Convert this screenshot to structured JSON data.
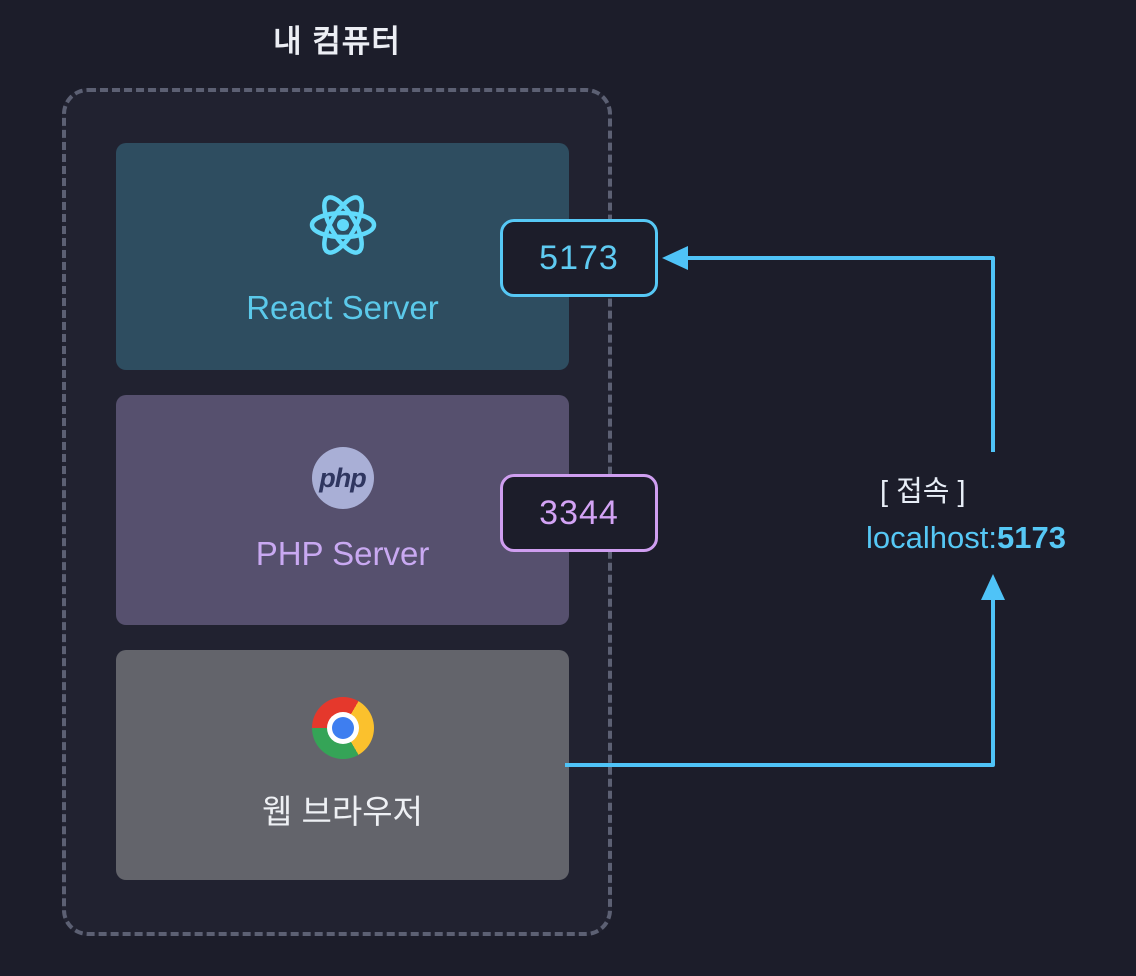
{
  "diagram": {
    "title": "내 컴퓨터",
    "colors": {
      "background": "#1c1d2a",
      "container_border": "#5c6073",
      "react_box": "#2e4d60",
      "react_accent": "#5bc9ea",
      "php_box": "#56506e",
      "php_accent": "#c9a9f2",
      "php_icon_bg": "#a9afd6",
      "browser_box": "#63646b",
      "browser_text": "#eef0f4",
      "arrow": "#4fc3f7",
      "badge_react_border": "#56c8f5",
      "badge_php_border": "#cf9ef0",
      "chrome_red": "#e5382c",
      "chrome_green": "#35a457",
      "chrome_yellow": "#fbc12d",
      "chrome_blue": "#3e7ef0"
    },
    "nodes": {
      "react": {
        "label": "React Server",
        "port": "5173",
        "icon": "react-logo"
      },
      "php": {
        "label": "PHP Server",
        "port": "3344",
        "icon": "php-logo",
        "icon_text": "php"
      },
      "browser": {
        "label": "웹 브라우저",
        "icon": "chrome-logo"
      }
    },
    "annotation": {
      "line1": "[ 접속 ]",
      "line2_prefix": "localhost:",
      "line2_port": "5173"
    }
  }
}
